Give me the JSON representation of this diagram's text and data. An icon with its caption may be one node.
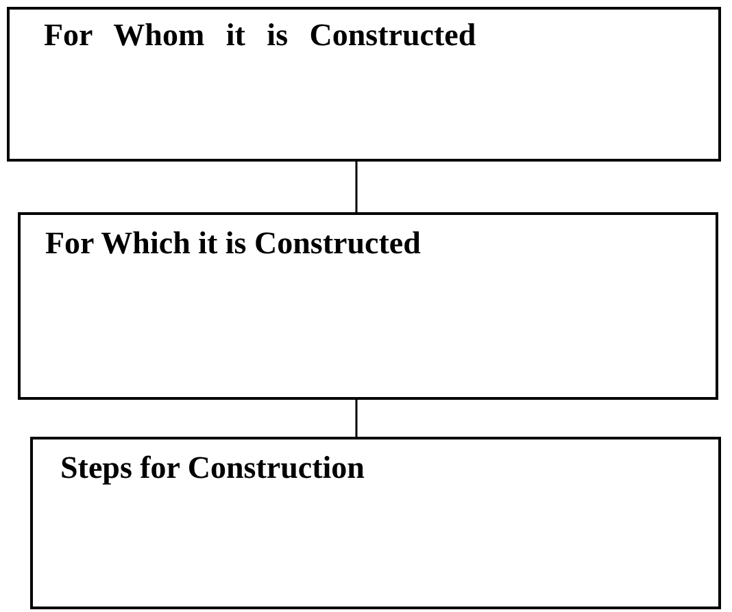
{
  "diagram": {
    "nodes": [
      {
        "text": [
          "For Whom it is Constructed"
        ]
      },
      {
        "text": [
          "For Which it is Constructed"
        ]
      },
      {
        "text": [
          "Steps for Construction"
        ]
      }
    ],
    "edges": [
      {
        "from": 0,
        "to": 1,
        "arrow": "none"
      },
      {
        "from": 1,
        "to": 2,
        "arrow": "none"
      }
    ]
  }
}
